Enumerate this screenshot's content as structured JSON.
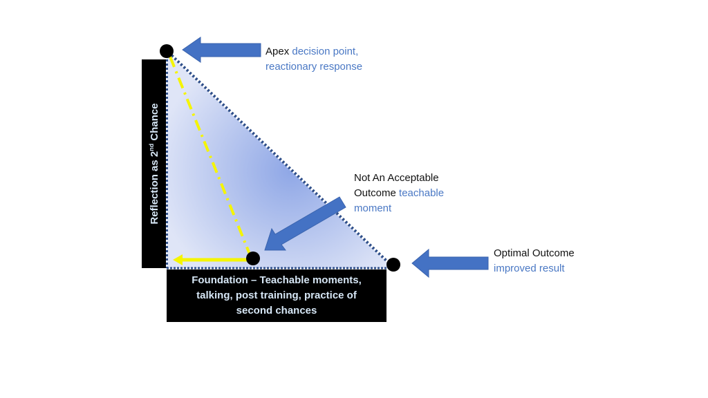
{
  "labels": {
    "apex": {
      "lead": "Apex",
      "accent_line1": "decision point,",
      "accent_line2": "reactionary response"
    },
    "not_acceptable": {
      "line1": "Not An Acceptable",
      "line2_lead": "Outcome",
      "line2_accent": "teachable",
      "line3_accent": "moment"
    },
    "optimal": {
      "line1": "Optimal Outcome",
      "line2_accent": "improved result"
    },
    "foundation": {
      "line1": "Foundation – Teachable moments,",
      "line2": "talking, post training, practice of",
      "line3": "second chances"
    },
    "reflection": {
      "pre": "Reflection as 2",
      "sup": "nd",
      "post": " Chance"
    }
  },
  "colors": {
    "arrow": "#4472c4",
    "accent_text": "#4a78c4",
    "triangle_fill": "#8ea6e6",
    "dotted_border": "#2f4f8a",
    "yellow_path": "#f5f500",
    "node": "#000000"
  },
  "icons": {
    "apex_arrow": "arrow-left-icon",
    "teachable_arrow": "arrow-down-left-icon",
    "optimal_arrow": "arrow-left-icon"
  }
}
